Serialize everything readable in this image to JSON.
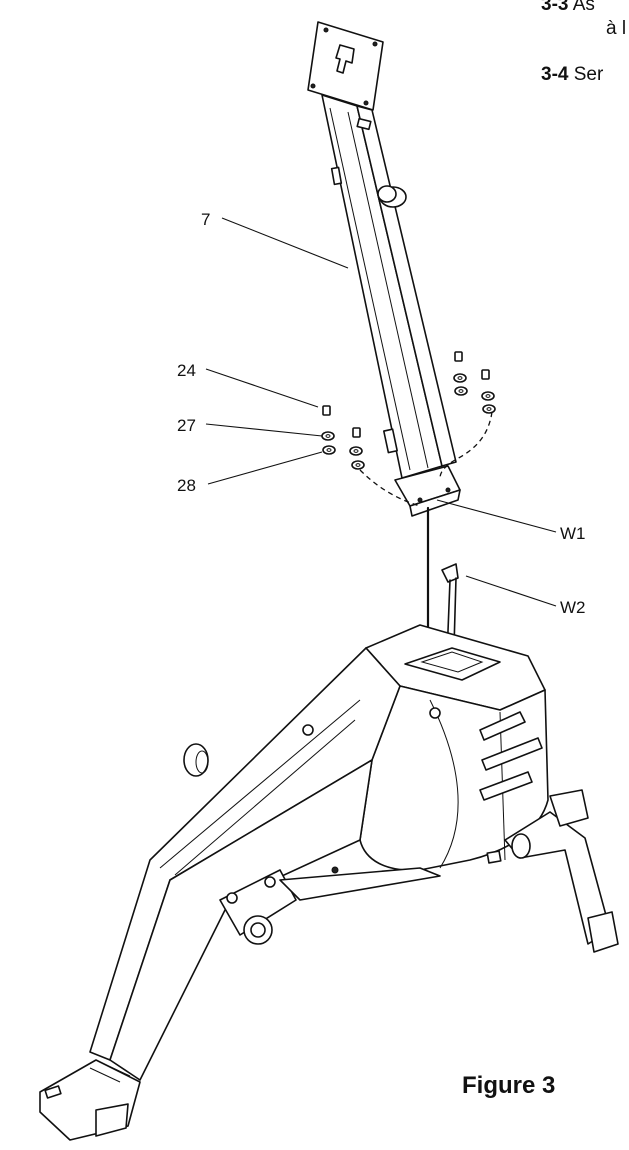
{
  "instructions": {
    "step_prev_number": "3-3",
    "step_prev_text_line1": "As",
    "step_prev_text_line2": "à l",
    "step_next_number": "3-4",
    "step_next_text": "Ser"
  },
  "callouts": {
    "part_7": "7",
    "part_24": "24",
    "part_27": "27",
    "part_28": "28",
    "part_w1": "W1",
    "part_w2": "W2"
  },
  "figure_caption": "Figure 3"
}
